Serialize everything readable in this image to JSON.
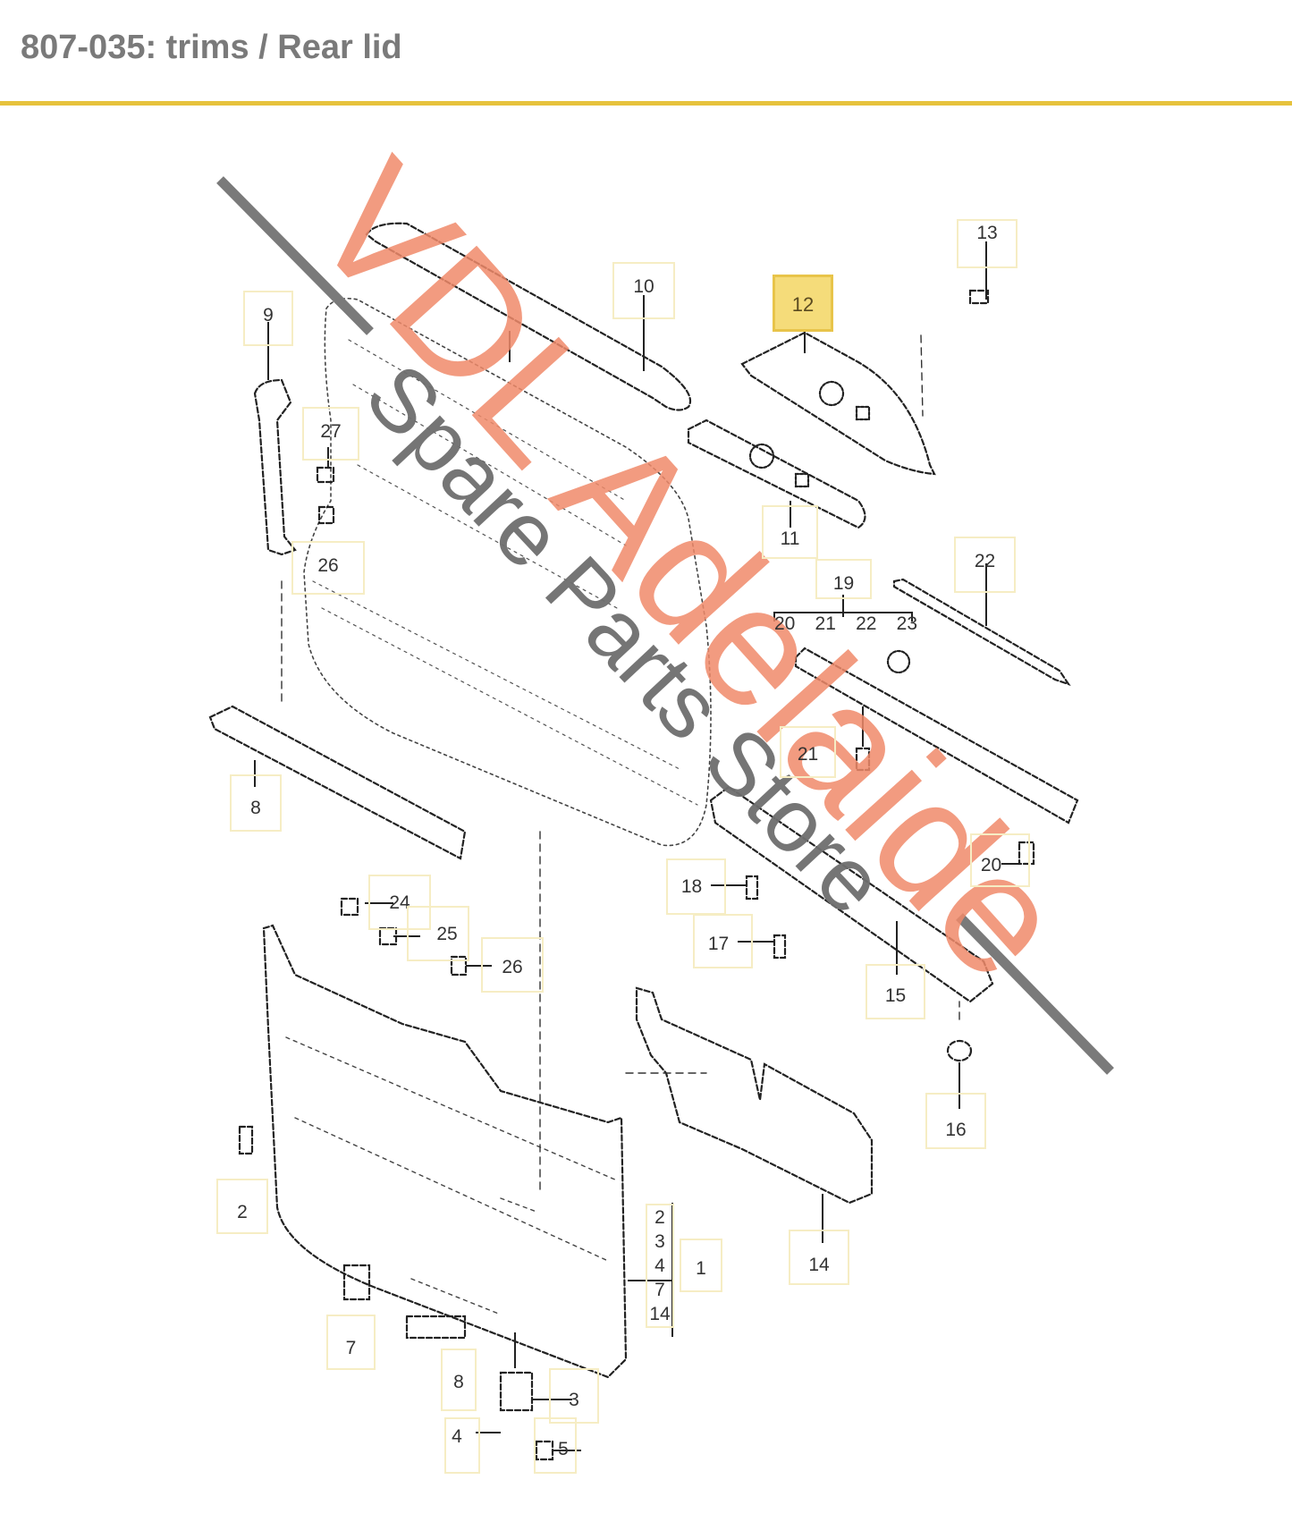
{
  "header": {
    "title": "807-035: trims / Rear lid",
    "rule_color": "#e6c23c"
  },
  "watermark": {
    "line1": "VDL Adelaide",
    "line2": "Spare Parts Store",
    "line1_color": "#f08a6a",
    "line2_color": "#6e6e6e"
  },
  "diagram": {
    "highlighted_part": "12",
    "callouts": [
      {
        "id": "9",
        "label": "9"
      },
      {
        "id": "10",
        "label": "10"
      },
      {
        "id": "12",
        "label": "12"
      },
      {
        "id": "13",
        "label": "13"
      },
      {
        "id": "27",
        "label": "27"
      },
      {
        "id": "26a",
        "label": "26"
      },
      {
        "id": "11",
        "label": "11"
      },
      {
        "id": "19",
        "label": "19"
      },
      {
        "id": "22",
        "label": "22"
      },
      {
        "id": "21",
        "label": "21"
      },
      {
        "id": "8a",
        "label": "8"
      },
      {
        "id": "20",
        "label": "20"
      },
      {
        "id": "18",
        "label": "18"
      },
      {
        "id": "17",
        "label": "17"
      },
      {
        "id": "15",
        "label": "15"
      },
      {
        "id": "24",
        "label": "24"
      },
      {
        "id": "25",
        "label": "25"
      },
      {
        "id": "26b",
        "label": "26"
      },
      {
        "id": "16",
        "label": "16"
      },
      {
        "id": "14",
        "label": "14"
      },
      {
        "id": "2",
        "label": "2"
      },
      {
        "id": "1",
        "label": "1"
      },
      {
        "id": "7",
        "label": "7"
      },
      {
        "id": "8b",
        "label": "8"
      },
      {
        "id": "3",
        "label": "3"
      },
      {
        "id": "4",
        "label": "4"
      },
      {
        "id": "5",
        "label": "5"
      }
    ],
    "group_19": {
      "labels": [
        "20",
        "21",
        "22",
        "23"
      ]
    },
    "group_1": {
      "labels": [
        "2",
        "3",
        "4",
        "7",
        "14"
      ]
    }
  }
}
